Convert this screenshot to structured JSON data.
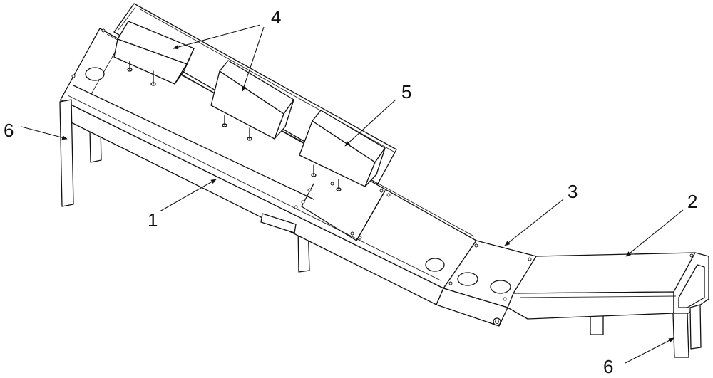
{
  "callouts": [
    {
      "id": "1",
      "label": "1"
    },
    {
      "id": "2",
      "label": "2"
    },
    {
      "id": "3",
      "label": "3"
    },
    {
      "id": "4",
      "label": "4"
    },
    {
      "id": "5",
      "label": "5"
    },
    {
      "id": "6a",
      "label": "6"
    },
    {
      "id": "6b",
      "label": "6"
    }
  ],
  "colors": {
    "line": "#111111",
    "background": "#ffffff"
  }
}
